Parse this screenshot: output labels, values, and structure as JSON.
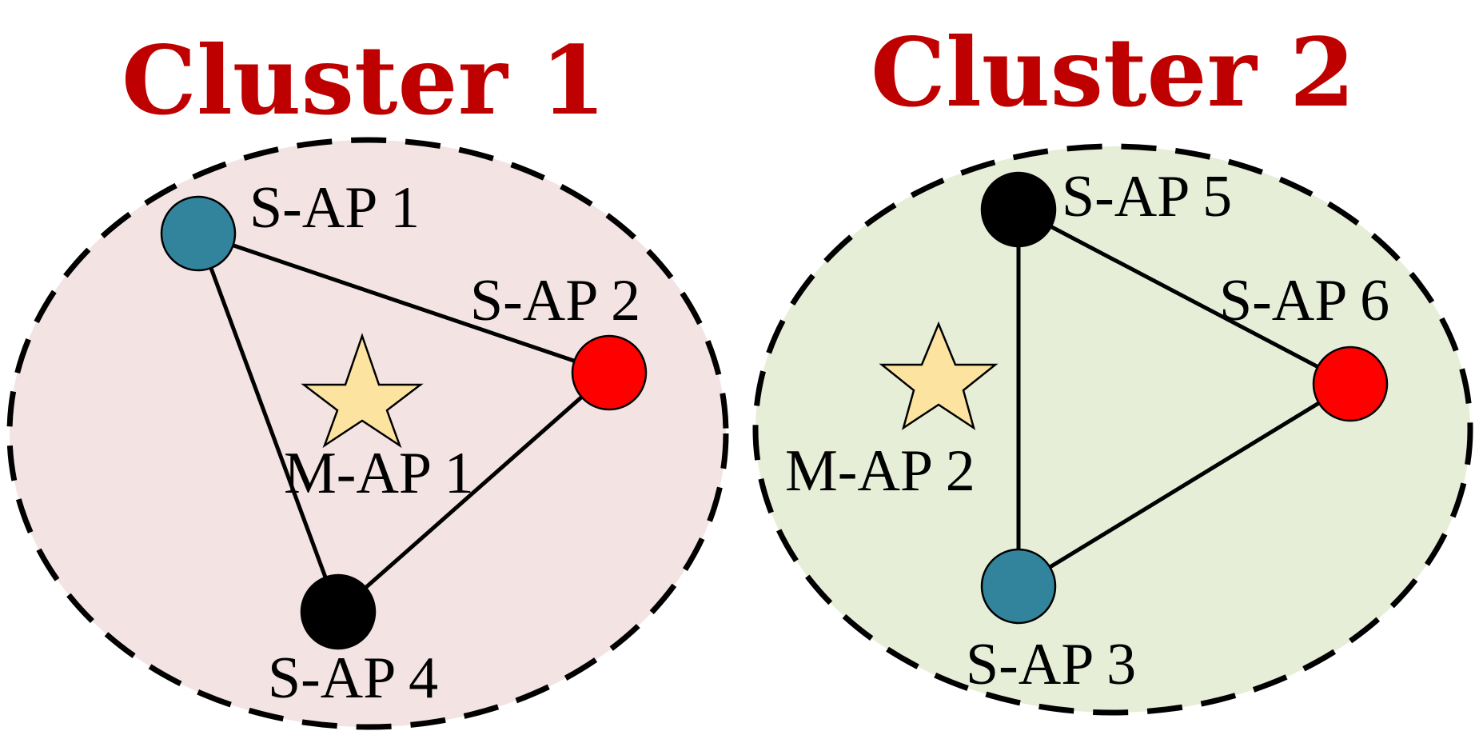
{
  "colors": {
    "title": "#bf0000",
    "cluster1_fill": "#f3e3e3",
    "cluster2_fill": "#e6eed8",
    "boundary": "#000000",
    "teal_node": "#31849b",
    "red_node": "#ff0000",
    "black_node": "#000000",
    "star_fill": "#fce4a0"
  },
  "clusters": [
    {
      "title": "Cluster 1",
      "master": {
        "label": "M-AP 1",
        "icon": "star-icon"
      },
      "slaves": [
        {
          "label": "S-AP 1",
          "color": "teal"
        },
        {
          "label": "S-AP 2",
          "color": "red"
        },
        {
          "label": "S-AP 4",
          "color": "black"
        }
      ],
      "links": [
        [
          "S-AP 1",
          "S-AP 2"
        ],
        [
          "S-AP 1",
          "S-AP 4"
        ],
        [
          "S-AP 2",
          "S-AP 4"
        ]
      ]
    },
    {
      "title": "Cluster 2",
      "master": {
        "label": "M-AP 2",
        "icon": "star-icon"
      },
      "slaves": [
        {
          "label": "S-AP 5",
          "color": "black"
        },
        {
          "label": "S-AP 6",
          "color": "red"
        },
        {
          "label": "S-AP 3",
          "color": "teal"
        }
      ],
      "links": [
        [
          "S-AP 5",
          "S-AP 6"
        ],
        [
          "S-AP 5",
          "S-AP 3"
        ],
        [
          "S-AP 6",
          "S-AP 3"
        ]
      ]
    }
  ]
}
